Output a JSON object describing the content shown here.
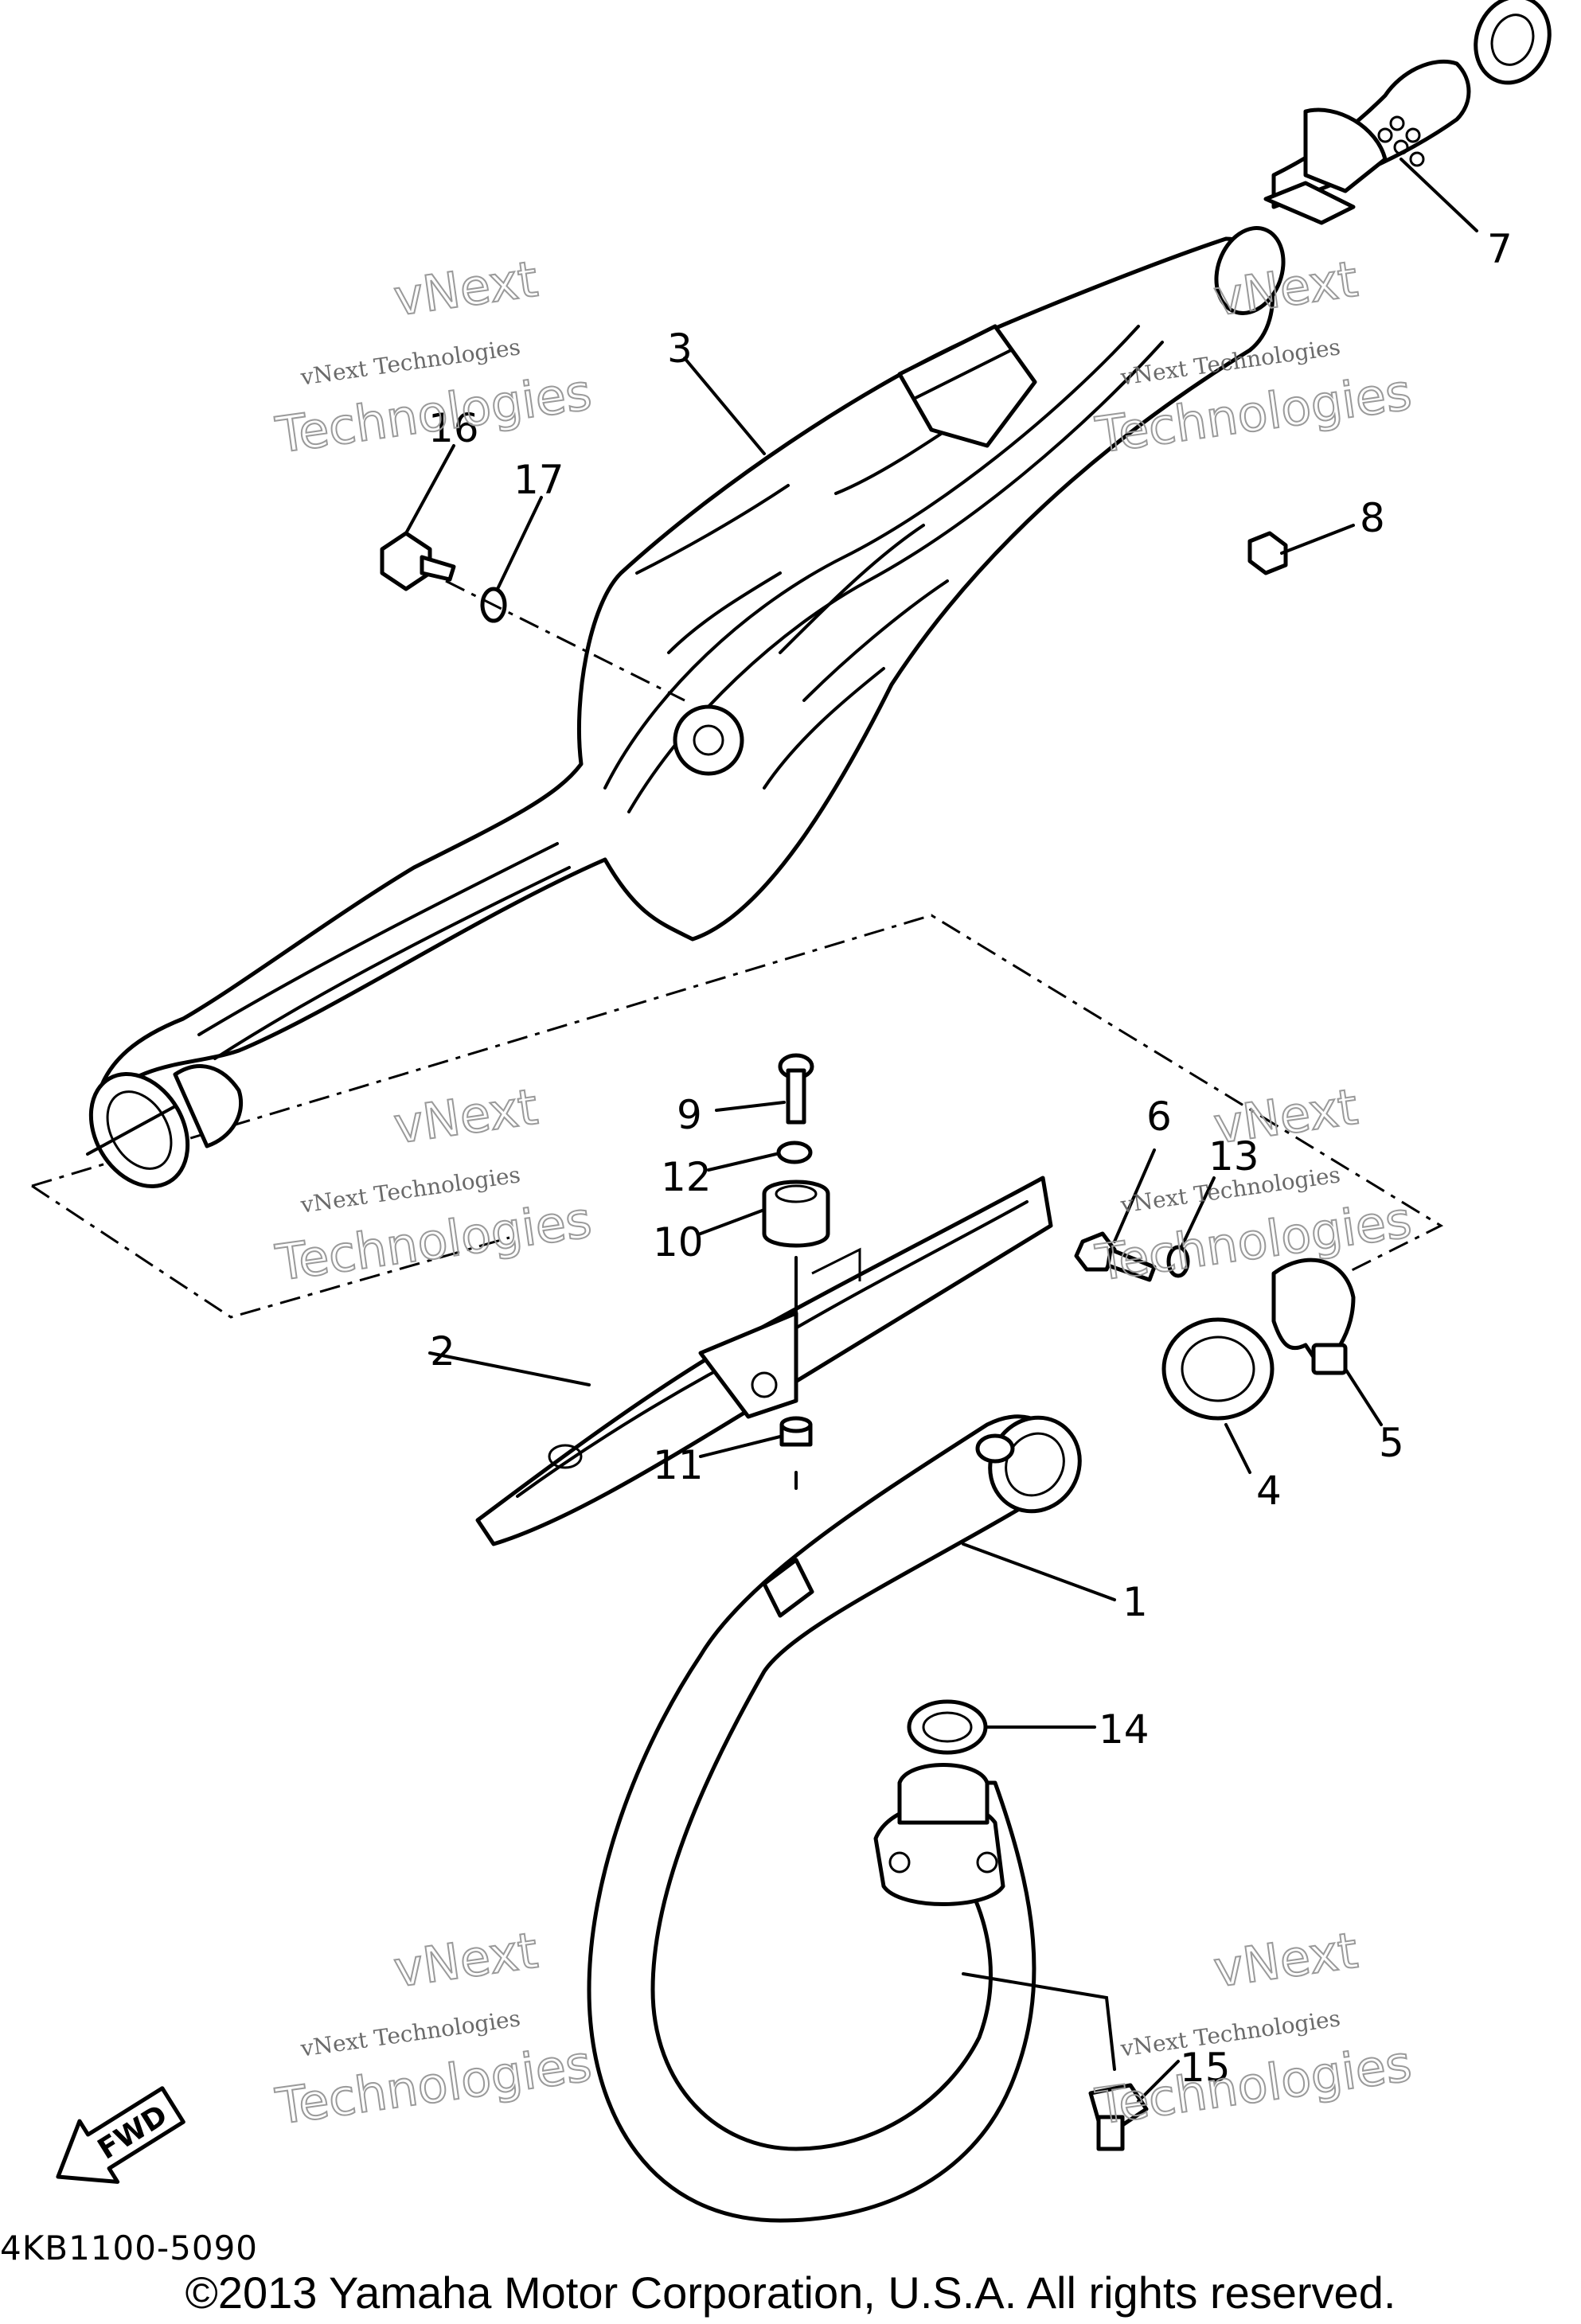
{
  "diagram": {
    "callouts": [
      "1",
      "2",
      "3",
      "4",
      "5",
      "6",
      "7",
      "8",
      "9",
      "10",
      "11",
      "12",
      "13",
      "14",
      "15",
      "16",
      "17"
    ],
    "direction_label": "FWD",
    "drawing_code": "4KB1100-5090",
    "watermark": {
      "small": "vNext Technologies",
      "big": "Technologies",
      "top": "vNext"
    }
  },
  "footer": {
    "copyright": "©2013 Yamaha Motor Corporation, U.S.A. All rights reserved."
  }
}
